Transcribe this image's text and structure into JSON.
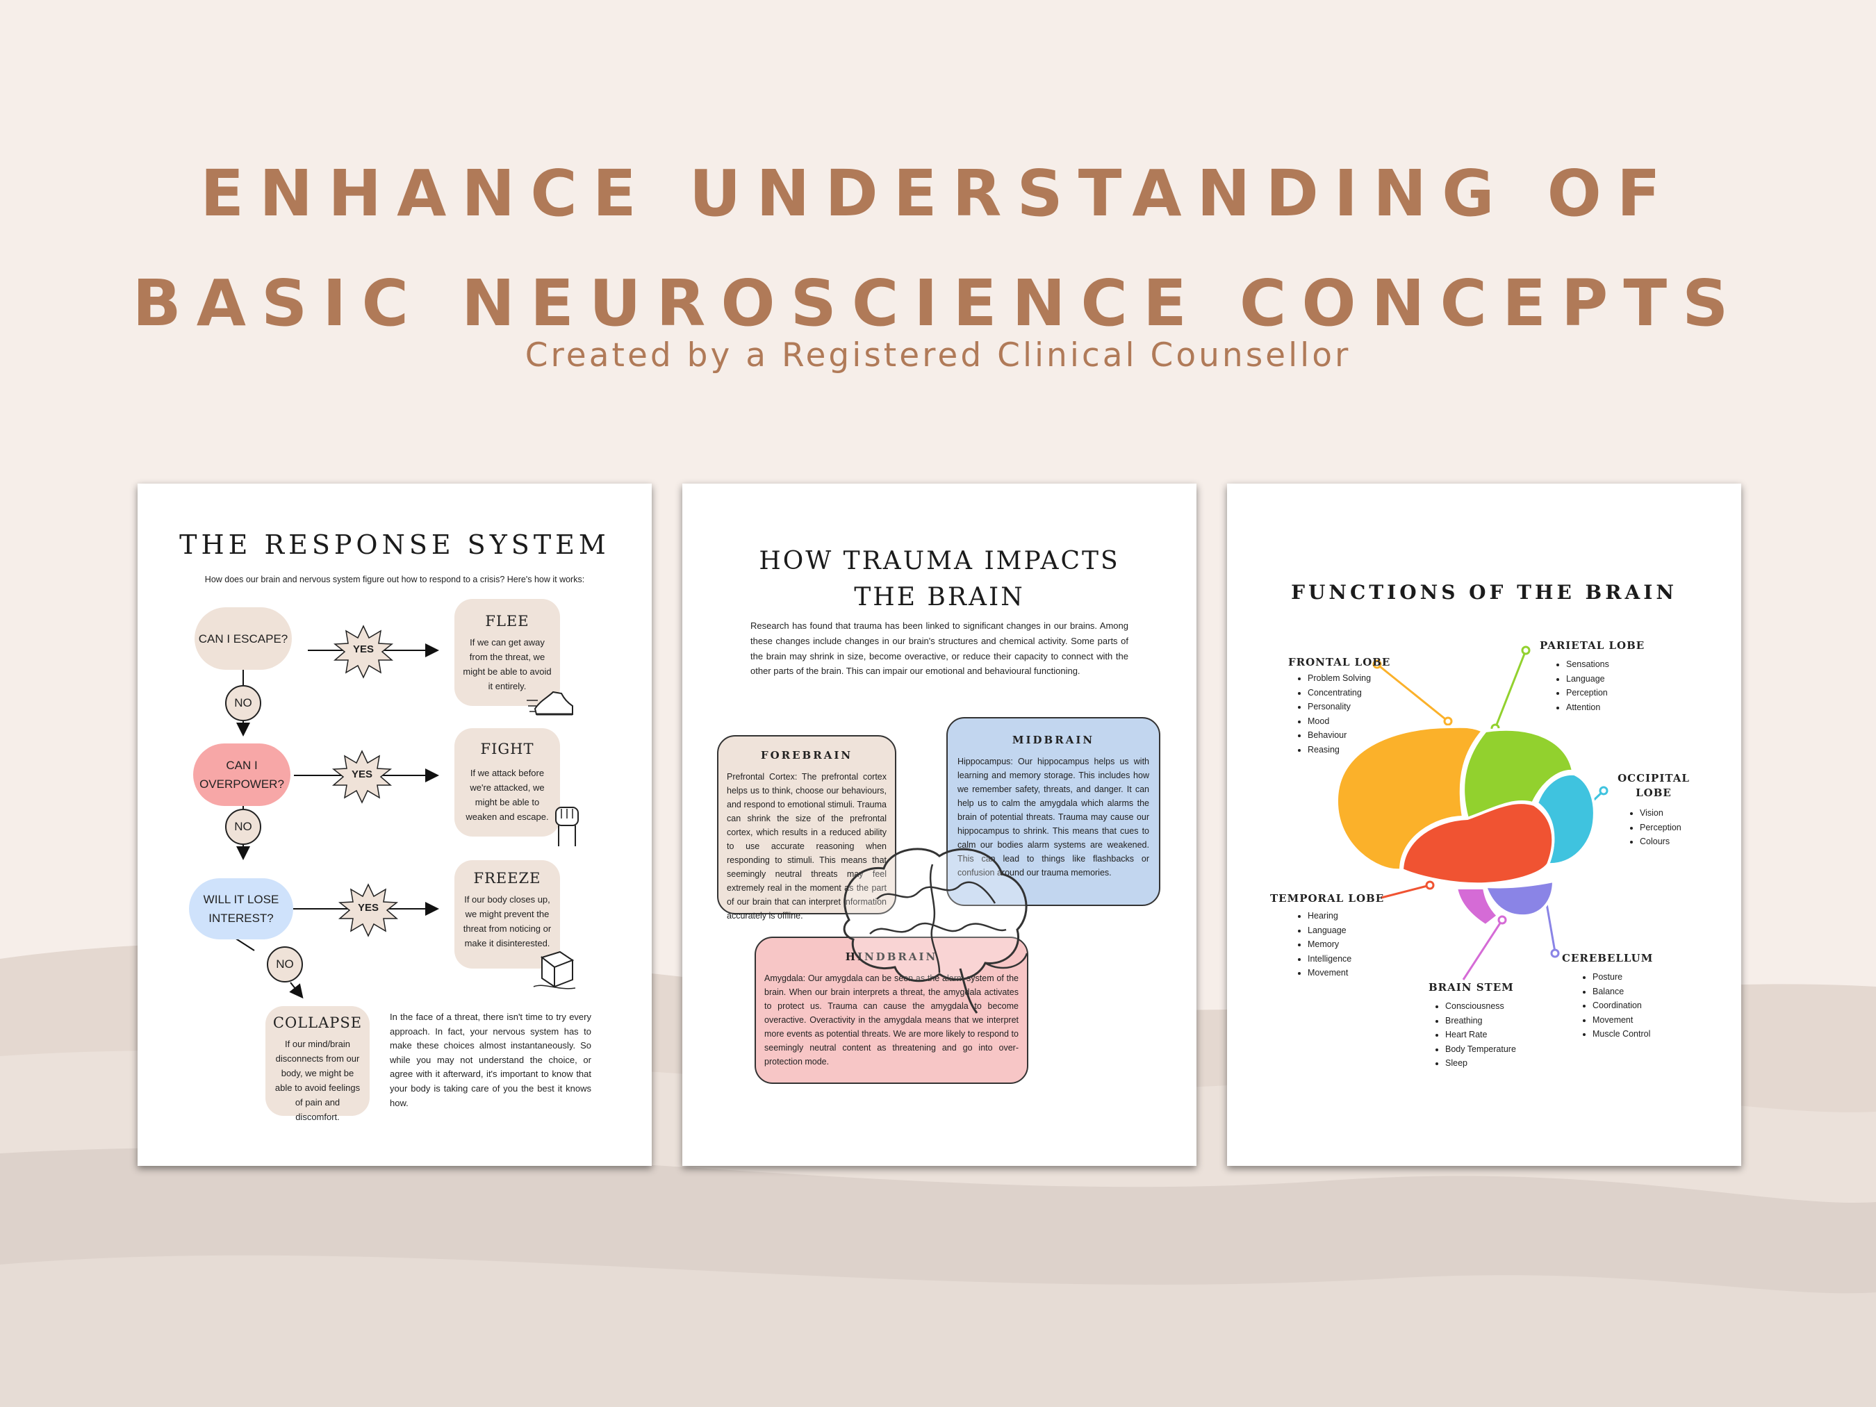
{
  "header": {
    "title_line1": "ENHANCE UNDERSTANDING OF",
    "title_line2": "BASIC NEUROSCIENCE CONCEPTS",
    "subtitle": "Created by a Registered Clinical Counsellor"
  },
  "colors": {
    "accent": "#b07a58",
    "background": "#f6eee9"
  },
  "response_page": {
    "title": "THE RESPONSE SYSTEM",
    "intro": "How does our brain and nervous system figure out how to respond to a crisis? Here's how it works:",
    "q1": "CAN I ESCAPE?",
    "q2": "CAN I OVERPOWER?",
    "q3": "WILL IT LOSE INTEREST?",
    "yes": "YES",
    "no": "NO",
    "flee_title": "FLEE",
    "flee_text": "If we can get away from the threat, we might be able to avoid it entirely.",
    "fight_title": "FIGHT",
    "fight_text": "If we attack before we're attacked, we might be able to weaken and escape.",
    "freeze_title": "FREEZE",
    "freeze_text": "If our body closes up, we might prevent the threat from noticing or make it disinterested.",
    "collapse_title": "COLLAPSE",
    "collapse_text": "If our mind/brain disconnects from our body, we might be able to avoid feelings of pain and discomfort.",
    "closing": "In the face of a threat, there isn't time to try every approach. In fact, your nervous system has to make these choices almost instantaneously. So while you may not understand the choice, or agree with it afterward, it's important to know that your body is taking care of you the best it knows how.",
    "icons": [
      "running-shoe-icon",
      "raised-fist-icon",
      "ice-cube-icon"
    ]
  },
  "trauma_page": {
    "title_line1": "HOW TRAUMA IMPACTS",
    "title_line2": "THE BRAIN",
    "intro": "Research has found that trauma has been linked to significant changes in our brains. Among these changes include changes in our brain's structures and chemical activity. Some parts of the brain may shrink in size, become overactive, or reduce their capacity to connect with the other parts of the brain. This can impair our emotional and behavioural functioning.",
    "forebrain_title": "FOREBRAIN",
    "forebrain_text": "Prefrontal Cortex: The prefrontal cortex helps us to think, choose our behaviours, and respond to emotional stimuli. Trauma can shrink the size of the prefrontal cortex, which results in a reduced ability to use accurate reasoning when responding to stimuli. This means that seemingly neutral threats may feel extremely real in the moment as the part of our brain that can interpret information accurately is offline.",
    "midbrain_title": "MIDBRAIN",
    "midbrain_text": "Hippocampus: Our hippocampus helps us with learning and memory storage. This includes how we remember safety, threats, and danger. It can help us to calm the amygdala which alarms the brain of potential threats. Trauma may cause our hippocampus to shrink. This means that cues to calm our bodies alarm systems are weakened. This can lead to things like flashbacks or confusion around our trauma memories.",
    "hindbrain_title": "HINDBRAIN",
    "hindbrain_text": "Amygdala: Our amygdala can be seen as the alarm system of the brain. When our brain interprets a threat, the amygdala activates to protect us. Trauma can cause the amygdala to become overactive. Overactivity in the amygdala means that we interpret more events as potential threats. We are more likely to respond to seemingly neutral content as threatening and go into over-protection mode.",
    "colors": {
      "forebrain": "#efe3da",
      "midbrain": "#c2d6ef",
      "hindbrain": "#f7c6c6"
    }
  },
  "functions_page": {
    "title": "FUNCTIONS OF THE BRAIN",
    "frontal": {
      "title": "FRONTAL LOBE",
      "items": [
        "Problem Solving",
        "Concentrating",
        "Personality",
        "Mood",
        "Behaviour",
        "Reasing"
      ]
    },
    "parietal": {
      "title": "PARIETAL LOBE",
      "items": [
        "Sensations",
        "Language",
        "Perception",
        "Attention"
      ]
    },
    "occipital": {
      "title": "OCCIPITAL LOBE",
      "items": [
        "Vision",
        "Perception",
        "Colours"
      ]
    },
    "temporal": {
      "title": "TEMPORAL LOBE",
      "items": [
        "Hearing",
        "Language",
        "Memory",
        "Intelligence",
        "Movement"
      ]
    },
    "cerebellum": {
      "title": "CEREBELLUM",
      "items": [
        "Posture",
        "Balance",
        "Coordination",
        "Movement",
        "Muscle Control"
      ]
    },
    "brainstem": {
      "title": "BRAIN STEM",
      "items": [
        "Consciousness",
        "Breathing",
        "Heart Rate",
        "Body Temperature",
        "Sleep"
      ]
    },
    "colors": {
      "frontal": "#fbb12a",
      "parietal": "#92d12e",
      "occipital": "#3fc3df",
      "temporal": "#f05332",
      "cerebellum": "#8a84e6",
      "brainstem": "#d56bd6"
    }
  }
}
